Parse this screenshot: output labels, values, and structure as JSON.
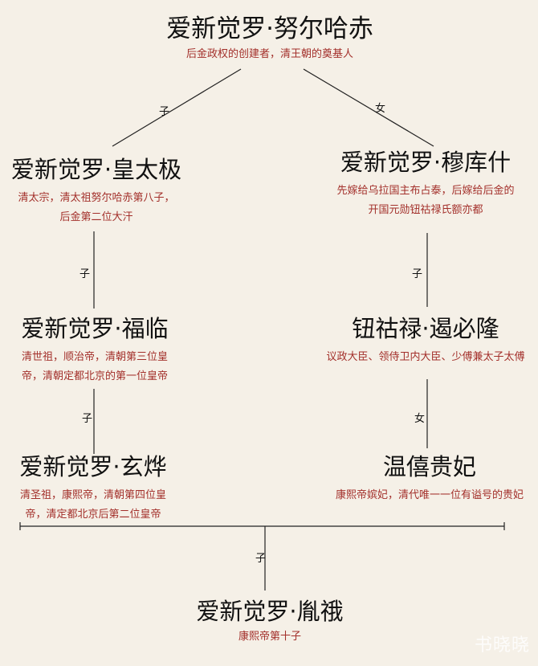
{
  "nodes": {
    "nurhaci": {
      "name": "爱新觉罗·努尔哈赤",
      "desc": [
        "后金政权的创建者，清王朝的奠基人"
      ]
    },
    "hongtaiji": {
      "name": "爱新觉罗·皇太极",
      "desc": [
        "清太宗，清太祖努尔哈赤第八子，",
        "后金第二位大汗"
      ]
    },
    "mukushi": {
      "name": "爱新觉罗·穆库什",
      "desc": [
        "先嫁给乌拉国主布占泰，后嫁给后金的",
        "开国元勋钮祜禄氏额亦都"
      ]
    },
    "fulin": {
      "name": "爱新觉罗·福临",
      "desc": [
        "清世祖，顺治帝，清朝第三位皇",
        "帝，清朝定都北京的第一位皇帝"
      ]
    },
    "ebilun": {
      "name": "钮祜禄·遏必隆",
      "desc": [
        "议政大臣、领侍卫内大臣、少傅兼太子太傅"
      ]
    },
    "xuanye": {
      "name": "爱新觉罗·玄烨",
      "desc": [
        "清圣祖，康熙帝，清朝第四位皇",
        "帝，清定都北京后第二位皇帝"
      ]
    },
    "wenxi": {
      "name": "温僖贵妃",
      "desc": [
        "康熙帝嫔妃，清代唯一一位有谥号的贵妃"
      ]
    },
    "yine": {
      "name": "爱新觉罗·胤䄉",
      "desc": [
        "康熙帝第十子"
      ]
    }
  },
  "relations": {
    "son": "子",
    "daughter": "女"
  },
  "watermark": "书晓晓"
}
